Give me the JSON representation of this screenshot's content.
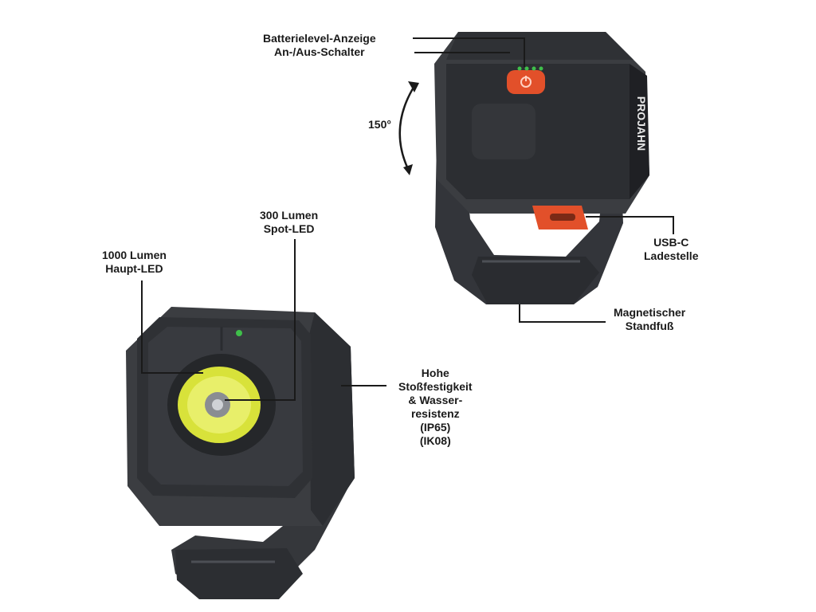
{
  "image": {
    "background": "#ffffff",
    "colors": {
      "housing": "#3b3d41",
      "housing_dark": "#2a2c30",
      "housing_light": "#55585d",
      "led_yellow": "#d8e23a",
      "power_button": "#e2502a",
      "indicator_green": "#3fbf4a",
      "leader_line": "#1a1a1a"
    }
  },
  "brand": "PROJAHN",
  "rotation": "150°",
  "callouts": {
    "battery": [
      "Batterielevel-Anzeige",
      "An-/Aus-Schalter"
    ],
    "usb": [
      "USB-C",
      "Ladestelle"
    ],
    "stand": [
      "Magnetischer",
      "Standfuß"
    ],
    "spot": [
      "300 Lumen",
      "Spot-LED"
    ],
    "main": [
      "1000 Lumen",
      "Haupt-LED"
    ],
    "robust": [
      "Hohe",
      "Stoßfestigkeit",
      "& Wasser-",
      "resistenz",
      "(IP65)",
      "(IK08)"
    ]
  }
}
